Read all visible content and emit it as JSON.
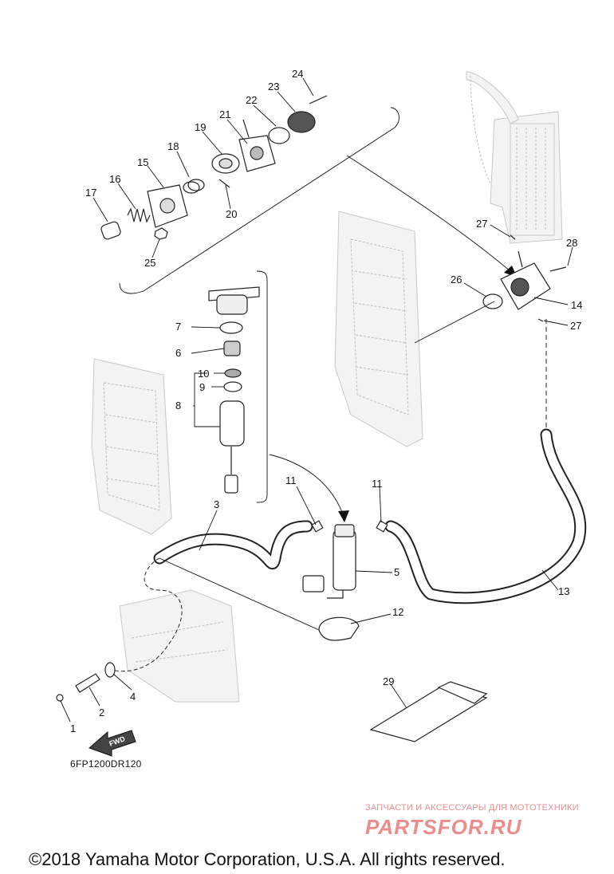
{
  "diagram": {
    "code": "6FP1200DR120",
    "fwd_label": "FWD",
    "callouts": [
      "1",
      "2",
      "3",
      "4",
      "5",
      "6",
      "7",
      "8",
      "9",
      "10",
      "11",
      "11",
      "12",
      "13",
      "14",
      "15",
      "16",
      "17",
      "18",
      "19",
      "20",
      "21",
      "22",
      "23",
      "24",
      "25",
      "26",
      "27",
      "27",
      "28",
      "29"
    ]
  },
  "watermark": {
    "tagline": "ЗАПЧАСТИ И АКСЕССУАРЫ ДЛЯ МОТОТЕХНИКИ",
    "logo": "PARTSFOR.RU"
  },
  "footer": {
    "copyright": "©2018 Yamaha Motor Corporation, U.S.A. All rights reserved."
  }
}
